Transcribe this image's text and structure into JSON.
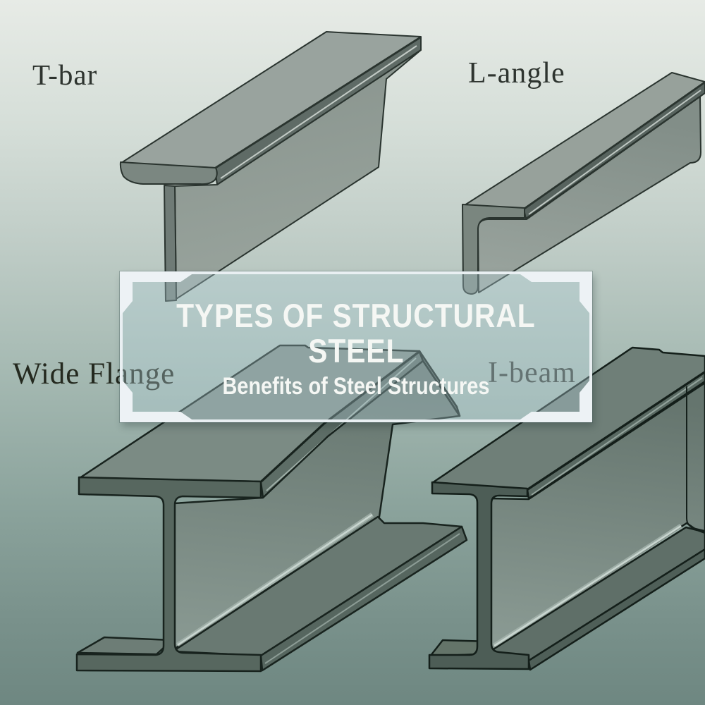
{
  "image_type": "infographic-diagram",
  "overlay": {
    "title_line1": "TYPES OF STRUCTURAL",
    "title_line2": "STEEL",
    "subtitle": "Benefits of Steel Structures"
  },
  "labels": {
    "t_bar": "T-bar",
    "l_angle": "L-angle",
    "wide_flange": "Wide Flange",
    "i_beam": "I-beam"
  },
  "diagram": {
    "items": [
      "T-bar",
      "L-angle",
      "Wide Flange",
      "I-beam"
    ],
    "description": "Four isometric 3D renderings of structural steel profile types arranged in a 2x2 grid behind a translucent labeled plaque"
  },
  "colors": {
    "background_top": "#e7ebe6",
    "background_bottom": "#6e8781",
    "beam_top_light_gray": "#99a39e",
    "beam_front_gray": "#7b8781",
    "beam_front_dark_teal": "#4d5d56",
    "beam_side_teal": "#6b7b74",
    "fillet_highlight": "#c9d6d0",
    "outline_dark": "#1a251f",
    "overlay_fill": "rgba(183,212,221,0.34)",
    "frame_white": "#edf2f5",
    "title_text": "#f5f7f4",
    "label_text": "#2e342f"
  }
}
